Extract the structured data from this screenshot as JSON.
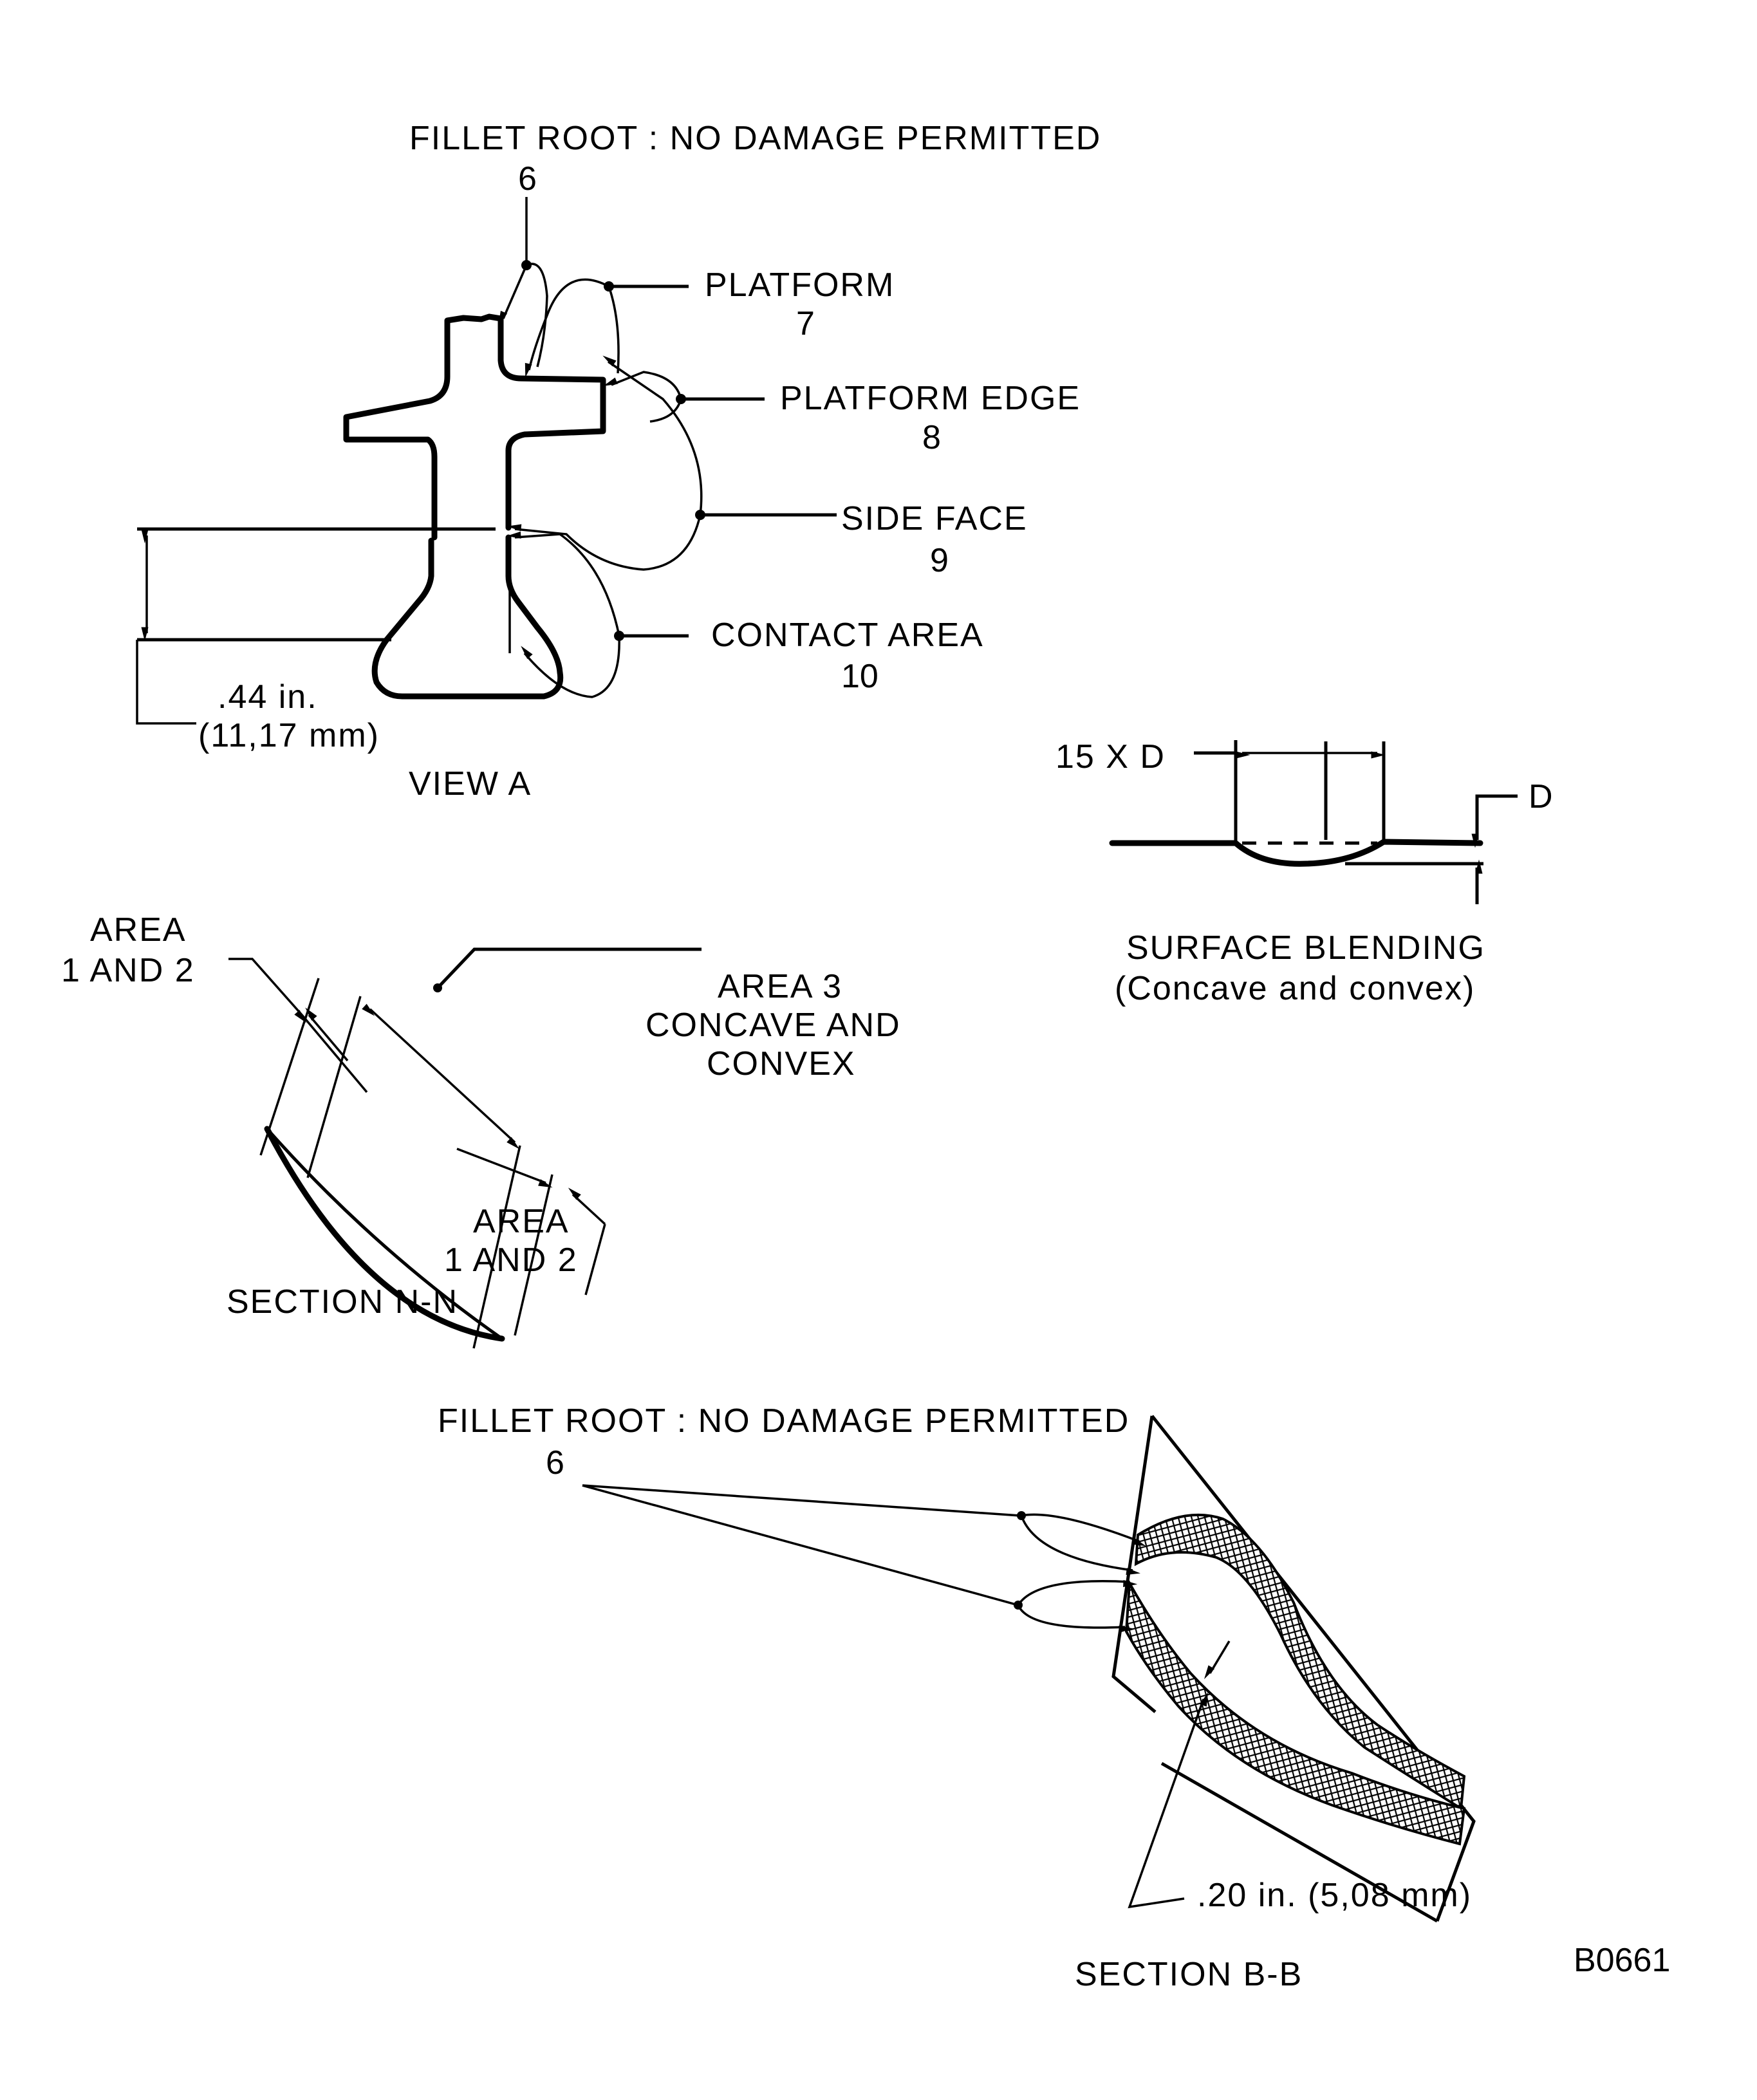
{
  "figure_id": "B0661",
  "view_a": {
    "title": "VIEW A",
    "fillet_root": {
      "label": "FILLET ROOT : NO DAMAGE PERMITTED",
      "number": "6"
    },
    "platform": {
      "label": "PLATFORM",
      "number": "7"
    },
    "platform_edge": {
      "label": "PLATFORM EDGE",
      "number": "8"
    },
    "side_face": {
      "label": "SIDE FACE",
      "number": "9"
    },
    "contact_area": {
      "label": "CONTACT AREA",
      "number": "10"
    },
    "dimension": {
      "inches": ".44 in.",
      "mm": "(11,17 mm)"
    }
  },
  "surface_blending": {
    "title": "SURFACE BLENDING",
    "subtitle": "(Concave and convex)",
    "width_label": "15 X D",
    "depth_label": "D"
  },
  "section_n": {
    "title": "SECTION N-N",
    "area_1_2_top": {
      "line1": "AREA",
      "line2": "1 AND 2"
    },
    "area_3": {
      "line1": "AREA 3",
      "line2": "CONCAVE AND",
      "line3": "CONVEX"
    },
    "area_1_2_bottom": {
      "line1": "AREA",
      "line2": "1 AND 2"
    }
  },
  "section_b": {
    "title": "SECTION B-B",
    "fillet_root": {
      "label": "FILLET ROOT : NO DAMAGE PERMITTED",
      "number": "6"
    },
    "dimension": ".20 in.  (5,08 mm)"
  }
}
